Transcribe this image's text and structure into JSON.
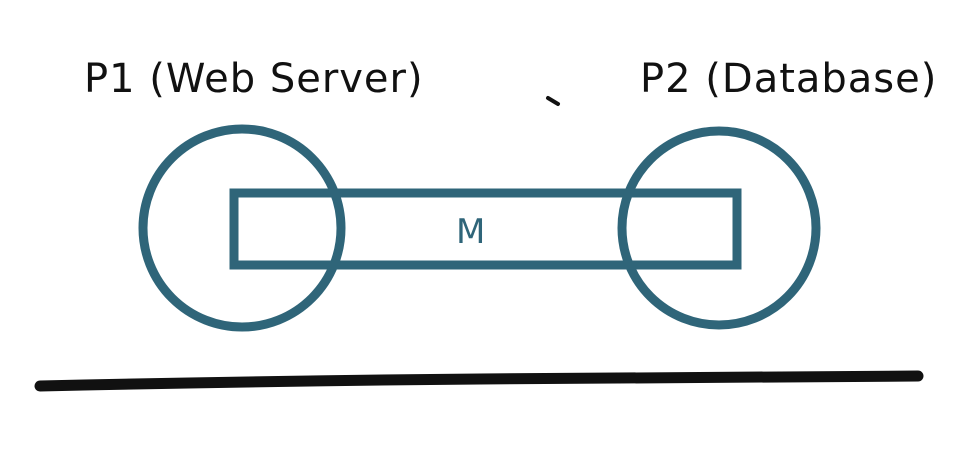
{
  "diagram": {
    "process_1": {
      "label": "P1 (Web Server)"
    },
    "process_2": {
      "label": "P2 (Database)"
    },
    "shared_memory": {
      "label": "M"
    },
    "colors": {
      "outline": "#2f6579",
      "ink": "#111111",
      "background": "#ffffff"
    }
  }
}
